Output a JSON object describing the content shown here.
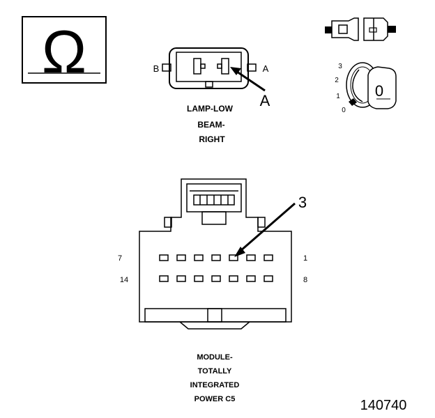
{
  "ohm_symbol": "Ω",
  "lamp_connector": {
    "pin_left": "B",
    "pin_right": "A",
    "callout": "A",
    "label_lines": [
      "LAMP-LOW",
      "BEAM-",
      "RIGHT"
    ]
  },
  "ignition": {
    "positions": [
      "3",
      "2",
      "1",
      "0"
    ],
    "key_position": "0"
  },
  "module_connector": {
    "callout": "3",
    "pin_top_left": "7",
    "pin_top_right": "1",
    "pin_bottom_left": "14",
    "pin_bottom_right": "8",
    "label_lines": [
      "MODULE-",
      "TOTALLY",
      "INTEGRATED",
      "POWER C5"
    ]
  },
  "figure_number": "140740"
}
